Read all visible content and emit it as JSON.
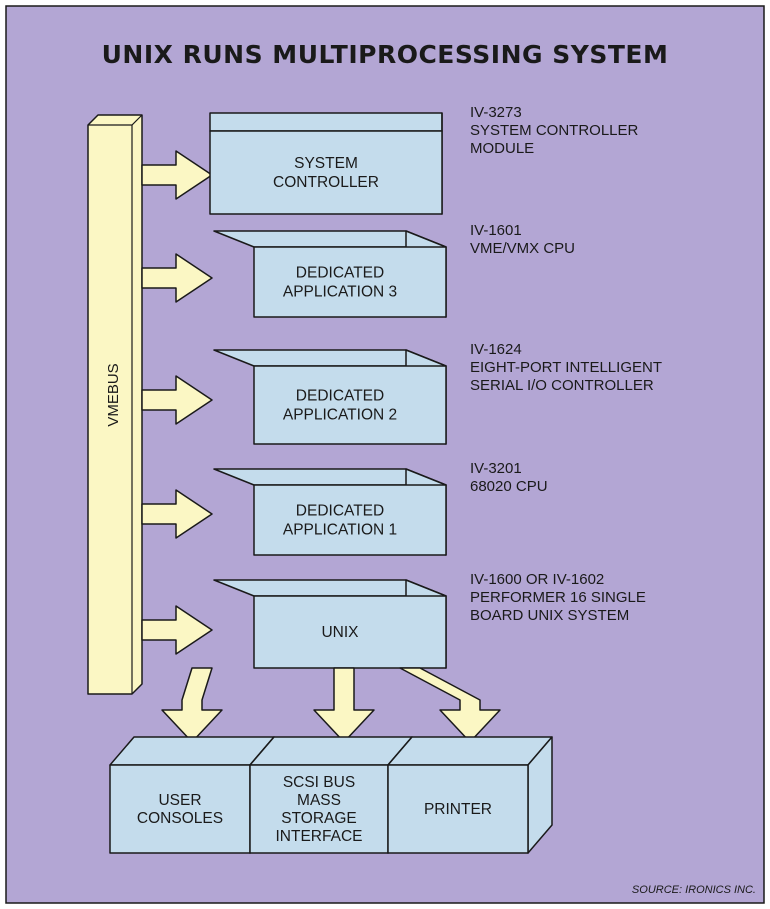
{
  "title": "UNIX RUNS MULTIPROCESSING SYSTEM",
  "bus_label": "VMEBUS",
  "modules": [
    {
      "name": [
        "SYSTEM",
        "CONTROLLER"
      ],
      "description": [
        "IV-3273",
        "SYSTEM CONTROLLER",
        "MODULE"
      ]
    },
    {
      "name": [
        "DEDICATED",
        "APPLICATION 3"
      ],
      "description": [
        "IV-1601",
        "VME/VMX CPU"
      ]
    },
    {
      "name": [
        "DEDICATED",
        "APPLICATION 2"
      ],
      "description": [
        "IV-1624",
        "EIGHT-PORT INTELLIGENT",
        "SERIAL I/O CONTROLLER"
      ]
    },
    {
      "name": [
        "DEDICATED",
        "APPLICATION 1"
      ],
      "description": [
        "IV-3201",
        "68020 CPU"
      ]
    },
    {
      "name": [
        "UNIX"
      ],
      "description": [
        "IV-1600 OR IV-1602",
        "PERFORMER 16 SINGLE",
        "BOARD UNIX SYSTEM"
      ]
    }
  ],
  "peripherals": [
    {
      "name": [
        "USER",
        "CONSOLES"
      ]
    },
    {
      "name": [
        "SCSI BUS",
        "MASS",
        "STORAGE",
        "INTERFACE"
      ]
    },
    {
      "name": [
        "PRINTER"
      ]
    }
  ],
  "source": "SOURCE: IRONICS INC.",
  "colors": {
    "background": "#b3a6d4",
    "box": "#c4dcec",
    "bus": "#fbf7c4",
    "outline": "#1a1a1a"
  }
}
